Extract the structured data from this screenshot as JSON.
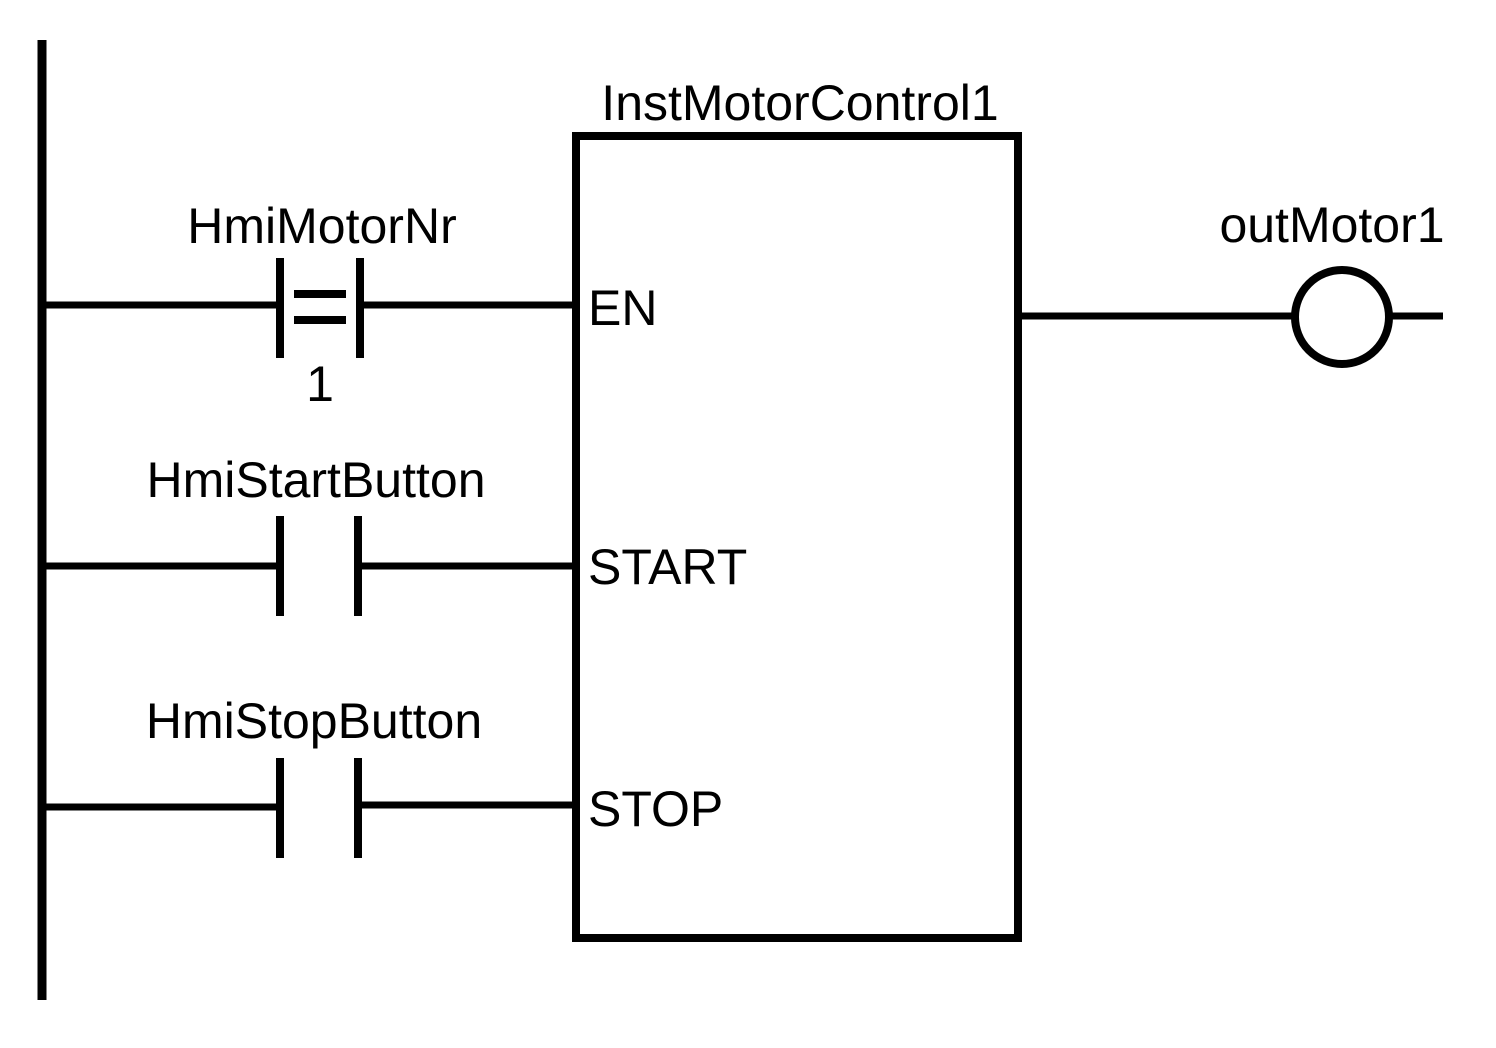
{
  "diagram": {
    "type": "ladder-logic-rung",
    "language": "LAD",
    "background_color": "#ffffff",
    "line_color": "#000000"
  },
  "rail": {
    "name": "left-power-rail"
  },
  "branches": [
    {
      "id": "en-branch",
      "contact": {
        "kind": "compare-equal-contact",
        "label": "HmiMotorNr",
        "operator": "==",
        "operand": "1"
      },
      "target_pin": "EN"
    },
    {
      "id": "start-branch",
      "contact": {
        "kind": "normally-open-contact",
        "label": "HmiStartButton",
        "operator": "",
        "operand": ""
      },
      "target_pin": "START"
    },
    {
      "id": "stop-branch",
      "contact": {
        "kind": "normally-open-contact",
        "label": "HmiStopButton",
        "operator": "",
        "operand": ""
      },
      "target_pin": "STOP"
    }
  ],
  "function_block": {
    "instance_name": "InstMotorControl1",
    "input_pins": [
      "EN",
      "START",
      "STOP"
    ],
    "pin_en": "EN",
    "pin_start": "START",
    "pin_stop": "STOP"
  },
  "output": {
    "kind": "coil",
    "label": "outMotor1"
  }
}
